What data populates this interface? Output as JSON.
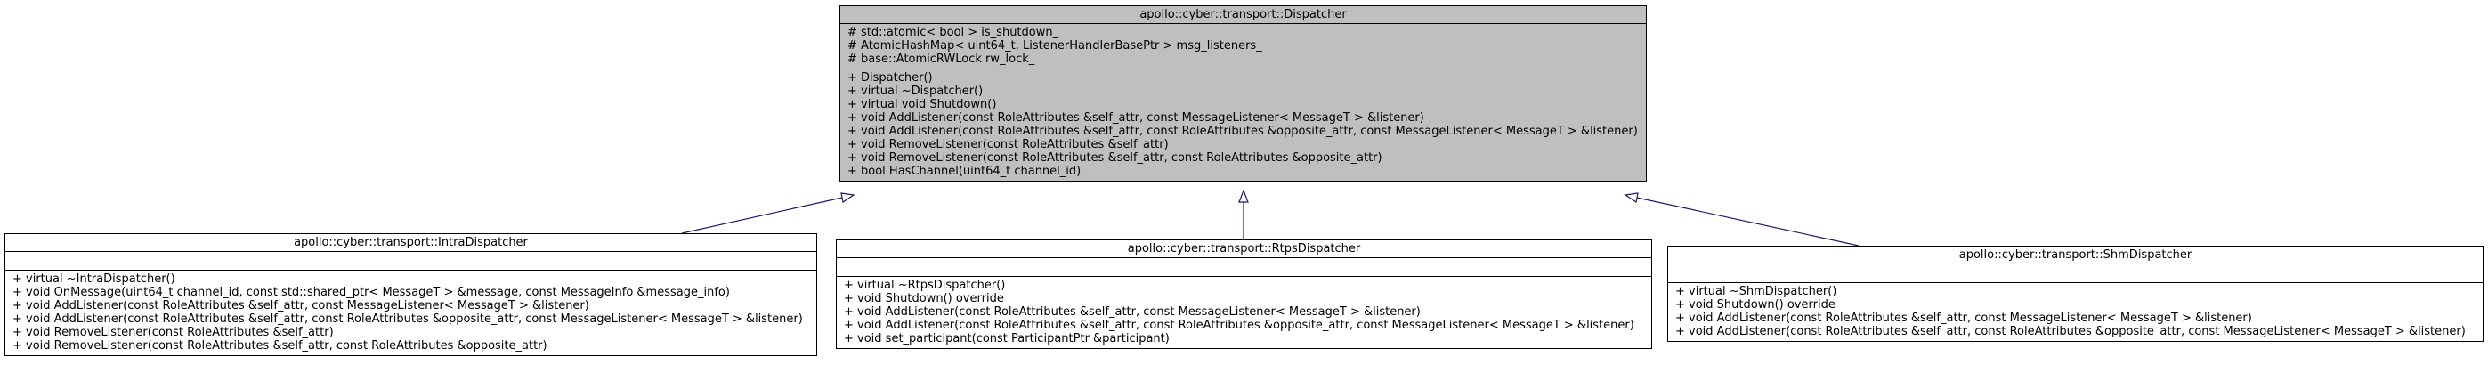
{
  "base": {
    "name": "apollo::cyber::transport::Dispatcher",
    "attributes": [
      "# std::atomic< bool > is_shutdown_",
      "# AtomicHashMap< uint64_t, ListenerHandlerBasePtr > msg_listeners_",
      "# base::AtomicRWLock rw_lock_"
    ],
    "methods": [
      "+ Dispatcher()",
      "+ virtual ~Dispatcher()",
      "+ virtual void Shutdown()",
      "+ void AddListener(const RoleAttributes &self_attr, const MessageListener< MessageT > &listener)",
      "+ void AddListener(const RoleAttributes &self_attr, const RoleAttributes &opposite_attr, const MessageListener< MessageT > &listener)",
      "+ void RemoveListener(const RoleAttributes &self_attr)",
      "+ void RemoveListener(const RoleAttributes &self_attr, const RoleAttributes &opposite_attr)",
      "+ bool HasChannel(uint64_t channel_id)"
    ]
  },
  "derived": [
    {
      "name": "apollo::cyber::transport::IntraDispatcher",
      "attributes": [],
      "methods": [
        "+ virtual ~IntraDispatcher()",
        "+ void OnMessage(uint64_t channel_id, const std::shared_ptr< MessageT > &message, const MessageInfo &message_info)",
        "+ void AddListener(const RoleAttributes &self_attr, const MessageListener< MessageT > &listener)",
        "+ void AddListener(const RoleAttributes &self_attr, const RoleAttributes &opposite_attr, const MessageListener< MessageT > &listener)",
        "+ void RemoveListener(const RoleAttributes &self_attr)",
        "+ void RemoveListener(const RoleAttributes &self_attr, const RoleAttributes &opposite_attr)"
      ]
    },
    {
      "name": "apollo::cyber::transport::RtpsDispatcher",
      "attributes": [],
      "methods": [
        "+ virtual ~RtpsDispatcher()",
        "+ void Shutdown() override",
        "+ void AddListener(const RoleAttributes &self_attr, const MessageListener< MessageT > &listener)",
        "+ void AddListener(const RoleAttributes &self_attr, const RoleAttributes &opposite_attr, const MessageListener< MessageT > &listener)",
        "+ void set_participant(const ParticipantPtr &participant)"
      ]
    },
    {
      "name": "apollo::cyber::transport::ShmDispatcher",
      "attributes": [],
      "methods": [
        "+ virtual ~ShmDispatcher()",
        "+ void Shutdown() override",
        "+ void AddListener(const RoleAttributes &self_attr, const MessageListener< MessageT > &listener)",
        "+ void AddListener(const RoleAttributes &self_attr, const RoleAttributes &opposite_attr, const MessageListener< MessageT > &listener)"
      ]
    }
  ],
  "colors": {
    "base_fill": "#bfbfbf",
    "edge": "#191970"
  }
}
